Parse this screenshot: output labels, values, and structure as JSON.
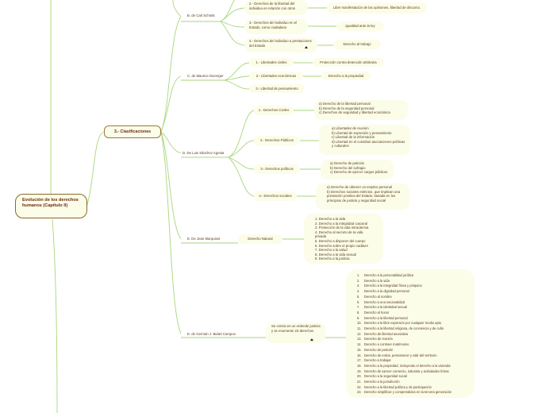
{
  "root": {
    "label": "Evolución de los derechos humanos (Capítulo II)"
  },
  "clasificaciones": {
    "label": "3.- Clasificaciones"
  },
  "schmitt": {
    "label": "B. de Carl Schmitt",
    "children": [
      {
        "label": "2.- Derechos de la libertad del individuo en relación con otros",
        "child": "Libre manifestación de las opiniones, libertad de discurso."
      },
      {
        "label": "3.- Derechos del individuo en el Estado, como ciudadano",
        "child": "Igualdad ante la ley"
      },
      {
        "label": "4.- Derechos del individuo a prestaciones del Estado",
        "child": "Derecho al trabajo"
      }
    ]
  },
  "duverger": {
    "label": "C. de Maurice Duverger",
    "children": [
      {
        "label": "1.- Libertades civiles",
        "child": "Protección contra detención arbitraria"
      },
      {
        "label": "2.- Libertades económicas",
        "child": "Derecho a la propiedad"
      },
      {
        "label": "3.- Libertad de pensamiento",
        "child": ""
      }
    ]
  },
  "sanchez": {
    "label": "D. De Luis Sánchez Agesta",
    "children": [
      {
        "label": "1.- Derechos Civiles",
        "items": [
          "a) Derecho de la libertad personal",
          "b) Derecho de la seguridad personal",
          "c) Derechos de seguridad y libertad económica"
        ]
      },
      {
        "label": "2.- Derechos Públicos",
        "items": [
          "a) Libertades de reunión",
          "b) Libertad de expresión y pensamiento",
          "c) Libertad de la información",
          "d) Libertad en el constituir asociaciones políticas y culturales"
        ]
      },
      {
        "label": "3.- Derechos políticos",
        "items": [
          "a) Derecho de petición",
          "b) Derecho del sufragio",
          "c) Derecho de ejercer cargos públicos"
        ]
      },
      {
        "label": "4.- Derechos sociales",
        "items": [
          "a) Derecho de obtener un empleo personal",
          "b) Derechos sociales estrictos, que implican una prestación positiva del Estado, basada en los principios de justicia y seguridad social"
        ]
      }
    ]
  },
  "marquet": {
    "label": "E. De Jean Marquiset",
    "child": "Derecho Natural",
    "items": [
      "1. Derecho a la vida",
      "2. Derecho a la integridad corporal",
      "3. Protección de la vida intrauterina",
      "4. Derecho al secreto de la vida privada",
      "5. Derecho a disponer del cuerpo",
      "6. Derecho sobre el propio cadáver",
      "7. Derecho a la salud",
      "8. Derecho a la vida sexual",
      "9. Derecho a la justicia"
    ]
  },
  "campos": {
    "label": "E. de Germán J. Bidart Campos",
    "child": "Se centra en un ordende justicia y se enumeran 23 derechos",
    "items": [
      "Derecho a la personalidad jurídica",
      "Derecho a la vida",
      "Derecho a la integridad física y psíquica",
      "Derecho a la dignidad personal",
      "Derecho al nombre",
      "Derecho a una nacionalidad",
      "Derecho a la identidad sexual",
      "Derecho al honor",
      "Derecho a la libertad personal",
      "Derecho a la libre expresión por cualquier medio apto",
      "Derecho a la libertad religiosa, de conciencia y de culto",
      "Derecho de libertad asociativa",
      "Derecho de reunión",
      "Derecho a contraer matrimonio",
      "Derecho de petición",
      "Derecho de entrar, permanecer y salir del territorio",
      "Derecho a trabajar",
      "Derecho a la propiedad, incluyendo el derecho a la vivienda",
      "Derecho de ejercer comercio, industria y actividades lícitas",
      "Derecho a la seguridad social",
      "Derecho a la jurisdicción",
      "Derecho a la libertad política y de participación",
      "Derecho simplificar y comprendidos en la tercera generación"
    ]
  },
  "colors": {
    "line": "#a8d67a",
    "node_bg": "#fbfde9",
    "text": "#5a3a1a",
    "root_text": "#6b2a12"
  }
}
